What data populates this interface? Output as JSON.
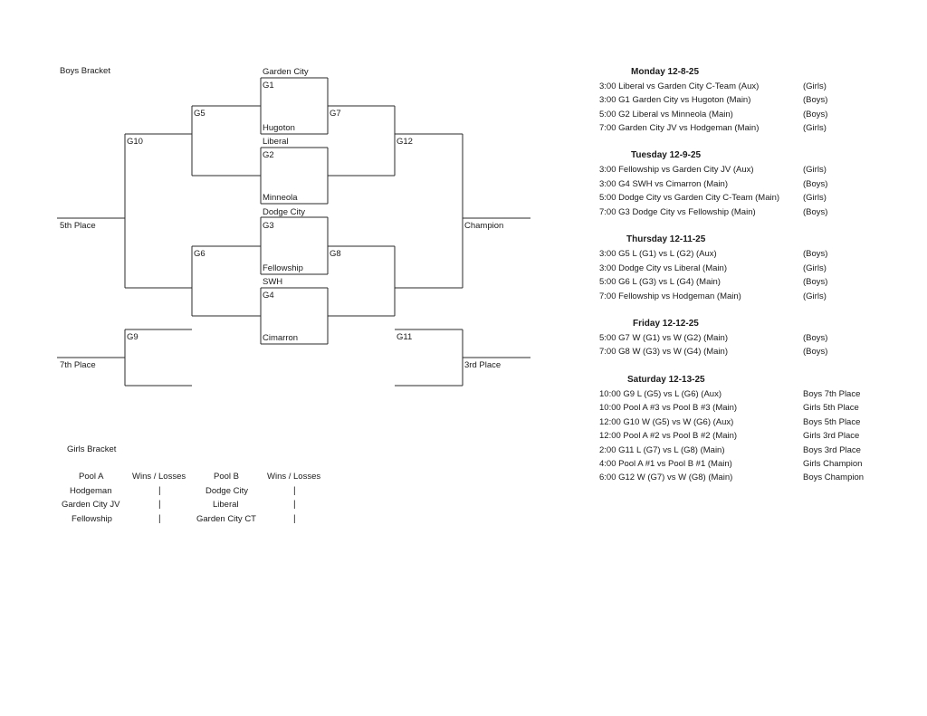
{
  "boys_bracket": {
    "title": "Boys Bracket",
    "teams": {
      "garden_city": "Garden City",
      "hugoton": "Hugoton",
      "liberal": "Liberal",
      "minneola": "Minneola",
      "dodge_city": "Dodge City",
      "fellowship": "Fellowship",
      "swh": "SWH",
      "cimarron": "Cimarron"
    },
    "games": {
      "g1": "G1",
      "g2": "G2",
      "g3": "G3",
      "g4": "G4",
      "g5": "G5",
      "g6": "G6",
      "g7": "G7",
      "g8": "G8",
      "g9": "G9",
      "g10": "G10",
      "g11": "G11",
      "g12": "G12"
    },
    "places": {
      "fifth": "5th Place",
      "seventh": "7th Place",
      "champion": "Champion",
      "third": "3rd Place"
    }
  },
  "girls_bracket": {
    "title": "Girls Bracket",
    "headers": [
      "Pool A",
      "Wins / Losses",
      "Pool B",
      "Wins / Losses"
    ],
    "separator": "|",
    "rows": [
      {
        "pool_a": "Hodgeman",
        "pool_b": "Dodge City"
      },
      {
        "pool_a": "Garden City JV",
        "pool_b": "Liberal"
      },
      {
        "pool_a": "Fellowship",
        "pool_b": "Garden City CT"
      }
    ]
  },
  "schedule": [
    {
      "day": "Monday 12-8-25",
      "games": [
        {
          "desc": "3:00 Liberal vs Garden City C-Team (Aux)",
          "div": "(Girls)"
        },
        {
          "desc": "3:00 G1 Garden City vs Hugoton (Main)",
          "div": "(Boys)"
        },
        {
          "desc": "5:00 G2 Liberal vs Minneola (Main)",
          "div": "(Boys)"
        },
        {
          "desc": "7:00 Garden City JV vs Hodgeman (Main)",
          "div": "(Girls)"
        }
      ]
    },
    {
      "day": "Tuesday 12-9-25",
      "games": [
        {
          "desc": "3:00 Fellowship vs Garden City JV (Aux)",
          "div": "(Girls)"
        },
        {
          "desc": "3:00 G4 SWH vs Cimarron (Main)",
          "div": "(Boys)"
        },
        {
          "desc": "5:00 Dodge City vs Garden City C-Team (Main)",
          "div": "(Girls)"
        },
        {
          "desc": "7:00 G3 Dodge City vs Fellowship (Main)",
          "div": "(Boys)"
        }
      ]
    },
    {
      "day": "Thursday 12-11-25",
      "games": [
        {
          "desc": "3:00 G5  L (G1) vs L (G2) (Aux)",
          "div": "(Boys)"
        },
        {
          "desc": "3:00 Dodge City vs Liberal (Main)",
          "div": "(Girls)"
        },
        {
          "desc": "5:00 G6 L (G3) vs L (G4) (Main)",
          "div": "(Boys)"
        },
        {
          "desc": "7:00 Fellowship vs Hodgeman (Main)",
          "div": "(Girls)"
        }
      ]
    },
    {
      "day": "Friday 12-12-25",
      "games": [
        {
          "desc": "5:00 G7 W (G1) vs W (G2) (Main)",
          "div": "(Boys)"
        },
        {
          "desc": "7:00 G8  W (G3) vs W (G4) (Main)",
          "div": "(Boys)"
        }
      ]
    },
    {
      "day": "Saturday 12-13-25",
      "games": [
        {
          "desc": "10:00 G9  L (G5) vs L (G6) (Aux)",
          "div": "Boys 7th Place"
        },
        {
          "desc": "10:00 Pool A #3 vs Pool B #3 (Main)",
          "div": "Girls 5th Place"
        },
        {
          "desc": "12:00 G10  W (G5) vs W (G6) (Aux)",
          "div": "Boys 5th Place"
        },
        {
          "desc": "12:00 Pool A #2 vs Pool B #2 (Main)",
          "div": "Girls 3rd Place"
        },
        {
          "desc": "2:00 G11  L (G7) vs L (G8) (Main)",
          "div": "Boys 3rd Place"
        },
        {
          "desc": "4:00 Pool A #1 vs Pool B #1 (Main)",
          "div": "Girls Champion"
        },
        {
          "desc": "6:00 G12  W (G7) vs W (G8) (Main)",
          "div": "Boys Champion"
        }
      ]
    }
  ]
}
